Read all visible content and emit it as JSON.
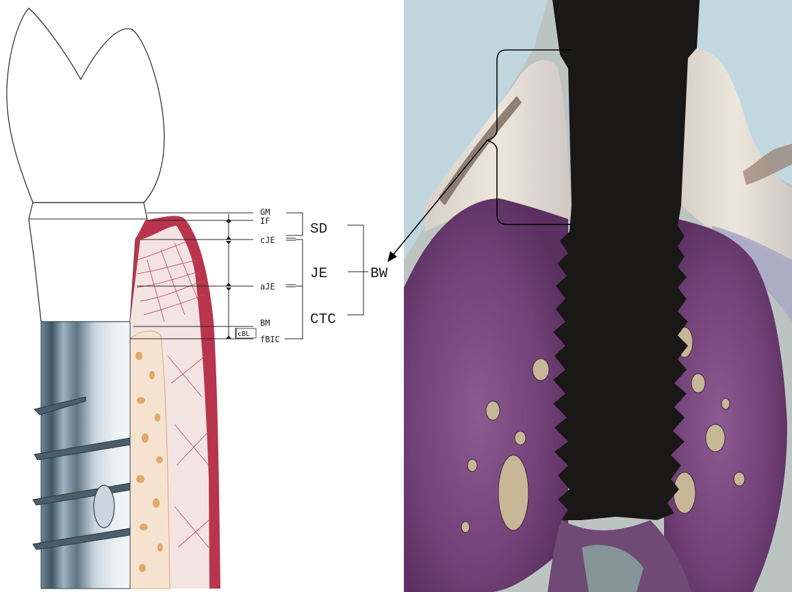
{
  "labels": {
    "gm": "GM",
    "if": "IF",
    "cje": "cJE",
    "aje": "aJE",
    "bm": "BM",
    "cbl": "cBL",
    "fbic": "fBIC",
    "sd": "SD",
    "je": "JE",
    "ctc": "CTC",
    "bw": "BW"
  },
  "colors": {
    "gingiva_red": "#b8354d",
    "connective_pink": "#f3e4e2",
    "bone_tan": "#f6e3cf",
    "bone_spots": "#e0a86a",
    "fibers": "#c44a66",
    "implant_steel": "#8fa4b3",
    "histology_bg": "#bcc4c2",
    "histology_bone": "#7a4b82",
    "implant_black": "#1a1717"
  }
}
